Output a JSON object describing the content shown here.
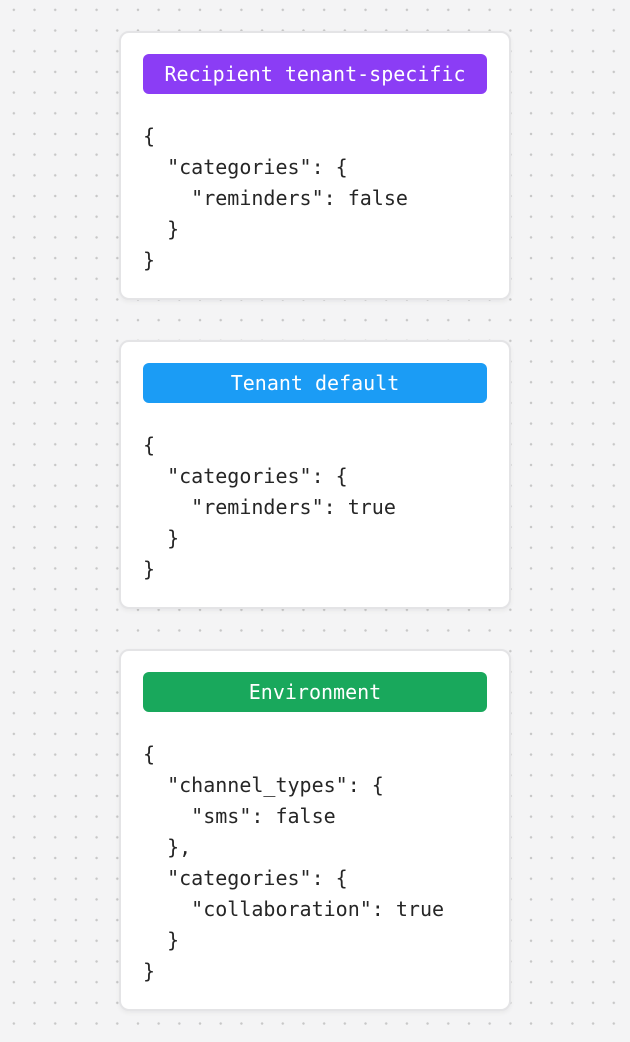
{
  "canvas": {
    "background_color": "#f4f4f5",
    "dot_color": "#c7c7c7"
  },
  "cards": [
    {
      "badge": {
        "label": "Recipient tenant-specific",
        "color": "#8b3df5"
      },
      "code": "{\n  \"categories\": {\n    \"reminders\": false\n  }\n}"
    },
    {
      "badge": {
        "label": "Tenant default",
        "color": "#1b9cf5"
      },
      "code": "{\n  \"categories\": {\n    \"reminders\": true\n  }\n}"
    },
    {
      "badge": {
        "label": "Environment",
        "color": "#19a85c"
      },
      "code": "{\n  \"channel_types\": {\n    \"sms\": false\n  },\n  \"categories\": {\n    \"collaboration\": true\n  }\n}"
    }
  ]
}
